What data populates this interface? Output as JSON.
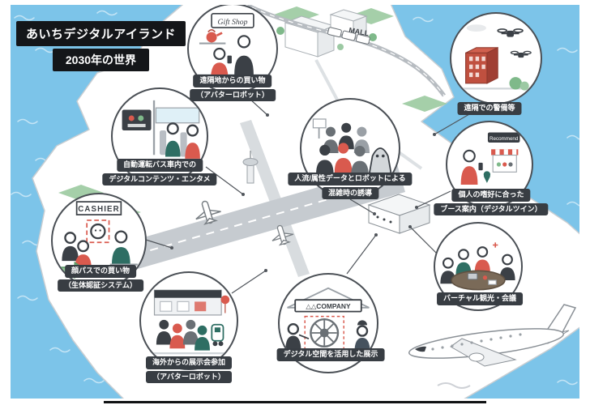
{
  "title": {
    "line1": "あいちデジタルアイランド",
    "line2": "2030年の世界"
  },
  "vignettes": {
    "remote_shopping": {
      "line1": "遠隔地からの買い物",
      "line2": "（アバターロボット）",
      "sign": "Gift Shop"
    },
    "remote_security": {
      "line1": "遠隔での警備等"
    },
    "bus_entertainment": {
      "line1": "自動運転バス車内での",
      "line2": "デジタルコンテンツ・エンタメ"
    },
    "crowd_guidance": {
      "line1": "人流/属性データとロボットによる",
      "line2": "混雑時の誘導"
    },
    "booth_guide": {
      "line1": "個人の嗜好に合った",
      "line2": "ブース案内（デジタルツイン）",
      "sign": "Recommend"
    },
    "face_pass": {
      "line1": "顔パスでの買い物",
      "line2": "（生体認証システム）",
      "sign": "CASHIER"
    },
    "overseas_expo": {
      "line1": "海外からの展示会参加",
      "line2": "（アバターロボット）"
    },
    "digital_exhibit": {
      "line1": "デジタル空間を活用した展示",
      "sign": "△△COMPANY"
    },
    "virtual_meeting": {
      "line1": "バーチャル観光・会議"
    }
  },
  "map": {
    "mall_sign": "MALL"
  },
  "colors": {
    "water": "#7cc4e9",
    "island": "#ffffff",
    "badge": "#383d43",
    "accent_red": "#d95a4e",
    "accent_green": "#7fb98a",
    "runway": "#c6cbd0"
  }
}
